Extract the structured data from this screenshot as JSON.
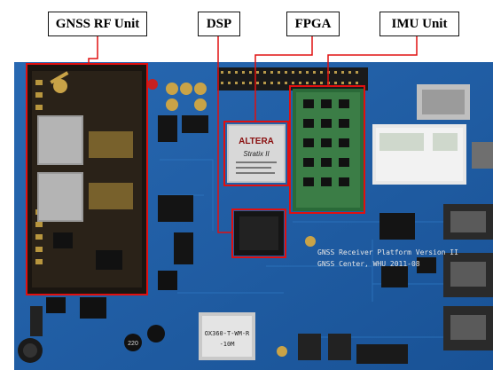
{
  "callouts": {
    "gnss_rf": "GNSS RF Unit",
    "dsp": "DSP",
    "fpga": "FPGA",
    "imu": "IMU Unit"
  },
  "board_text": {
    "fpga_chip": "ALTERA",
    "fpga_family": "Stratix II",
    "platform_line1": "GNSS Receiver Platform Version II",
    "platform_line2": "GNSS Center, WHU 2011-08",
    "oscillator": "OX360-T-WM-R",
    "oscillator_sub": "-10M",
    "coil": "220"
  },
  "colors": {
    "board": "#1e5fa8",
    "rf_board": "#1a1510",
    "imu_board": "#2a6a38",
    "highlight": "#e01010"
  }
}
